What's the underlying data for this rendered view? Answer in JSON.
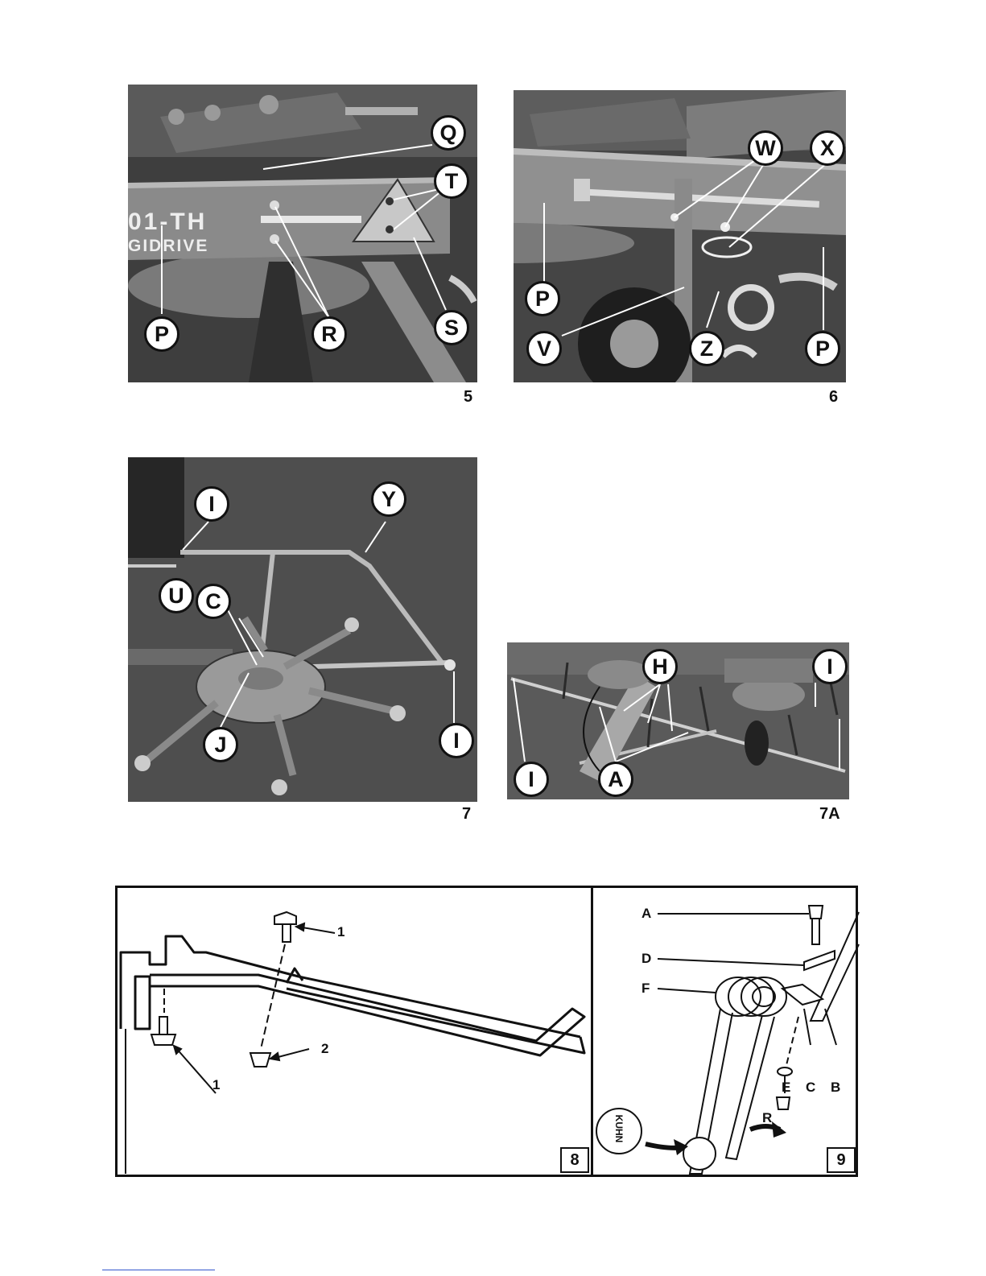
{
  "figures": {
    "fig5": {
      "number": "5",
      "callouts": {
        "q": "Q",
        "t": "T",
        "r": "R",
        "s": "S",
        "p": "P"
      },
      "machine_text": {
        "line1": "01-TH",
        "line2": "GIDRIVE"
      }
    },
    "fig6": {
      "number": "6",
      "callouts": {
        "w": "W",
        "x": "X",
        "p_left": "P",
        "v": "V",
        "z": "Z",
        "p_right": "P"
      }
    },
    "fig7": {
      "number": "7",
      "callouts": {
        "i_top": "I",
        "y": "Y",
        "u": "U",
        "c": "C",
        "j": "J",
        "i_right": "I"
      }
    },
    "fig7a": {
      "number": "7A",
      "callouts": {
        "h": "H",
        "i_right": "I",
        "i_left": "I",
        "a": "A"
      }
    },
    "fig8": {
      "number": "8",
      "labels": {
        "bolt_top": "1",
        "bolt_bottom": "1",
        "nut": "2"
      }
    },
    "fig9": {
      "number": "9",
      "labels": {
        "a": "A",
        "d": "D",
        "f": "F",
        "b": "B",
        "c": "C",
        "e": "E",
        "r": "R"
      },
      "logo_text": "KUHN"
    }
  }
}
